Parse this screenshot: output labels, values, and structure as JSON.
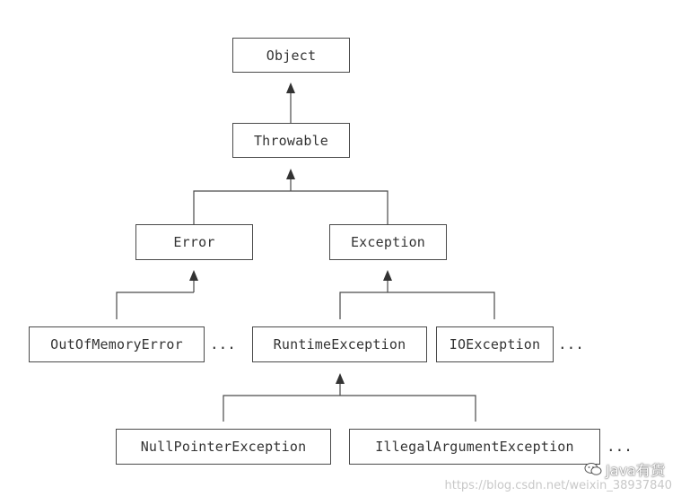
{
  "nodes": {
    "object": "Object",
    "throwable": "Throwable",
    "error": "Error",
    "exception": "Exception",
    "out_of_memory_error": "OutOfMemoryError",
    "runtime_exception": "RuntimeException",
    "io_exception": "IOException",
    "null_pointer_exception": "NullPointerException",
    "illegal_argument_exception": "IllegalArgumentException"
  },
  "ellipses": {
    "after_out_of_memory_error": "...",
    "after_io_exception": "...",
    "after_illegal_argument_exception": "..."
  },
  "watermark": {
    "url": "https://blog.csdn.net/weixin_38937840",
    "brand": "Java有货",
    "icon": "wechat-icon"
  },
  "colors": {
    "line": "#4a4a4a",
    "text": "#333333",
    "watermark": "#c8c8c8"
  }
}
